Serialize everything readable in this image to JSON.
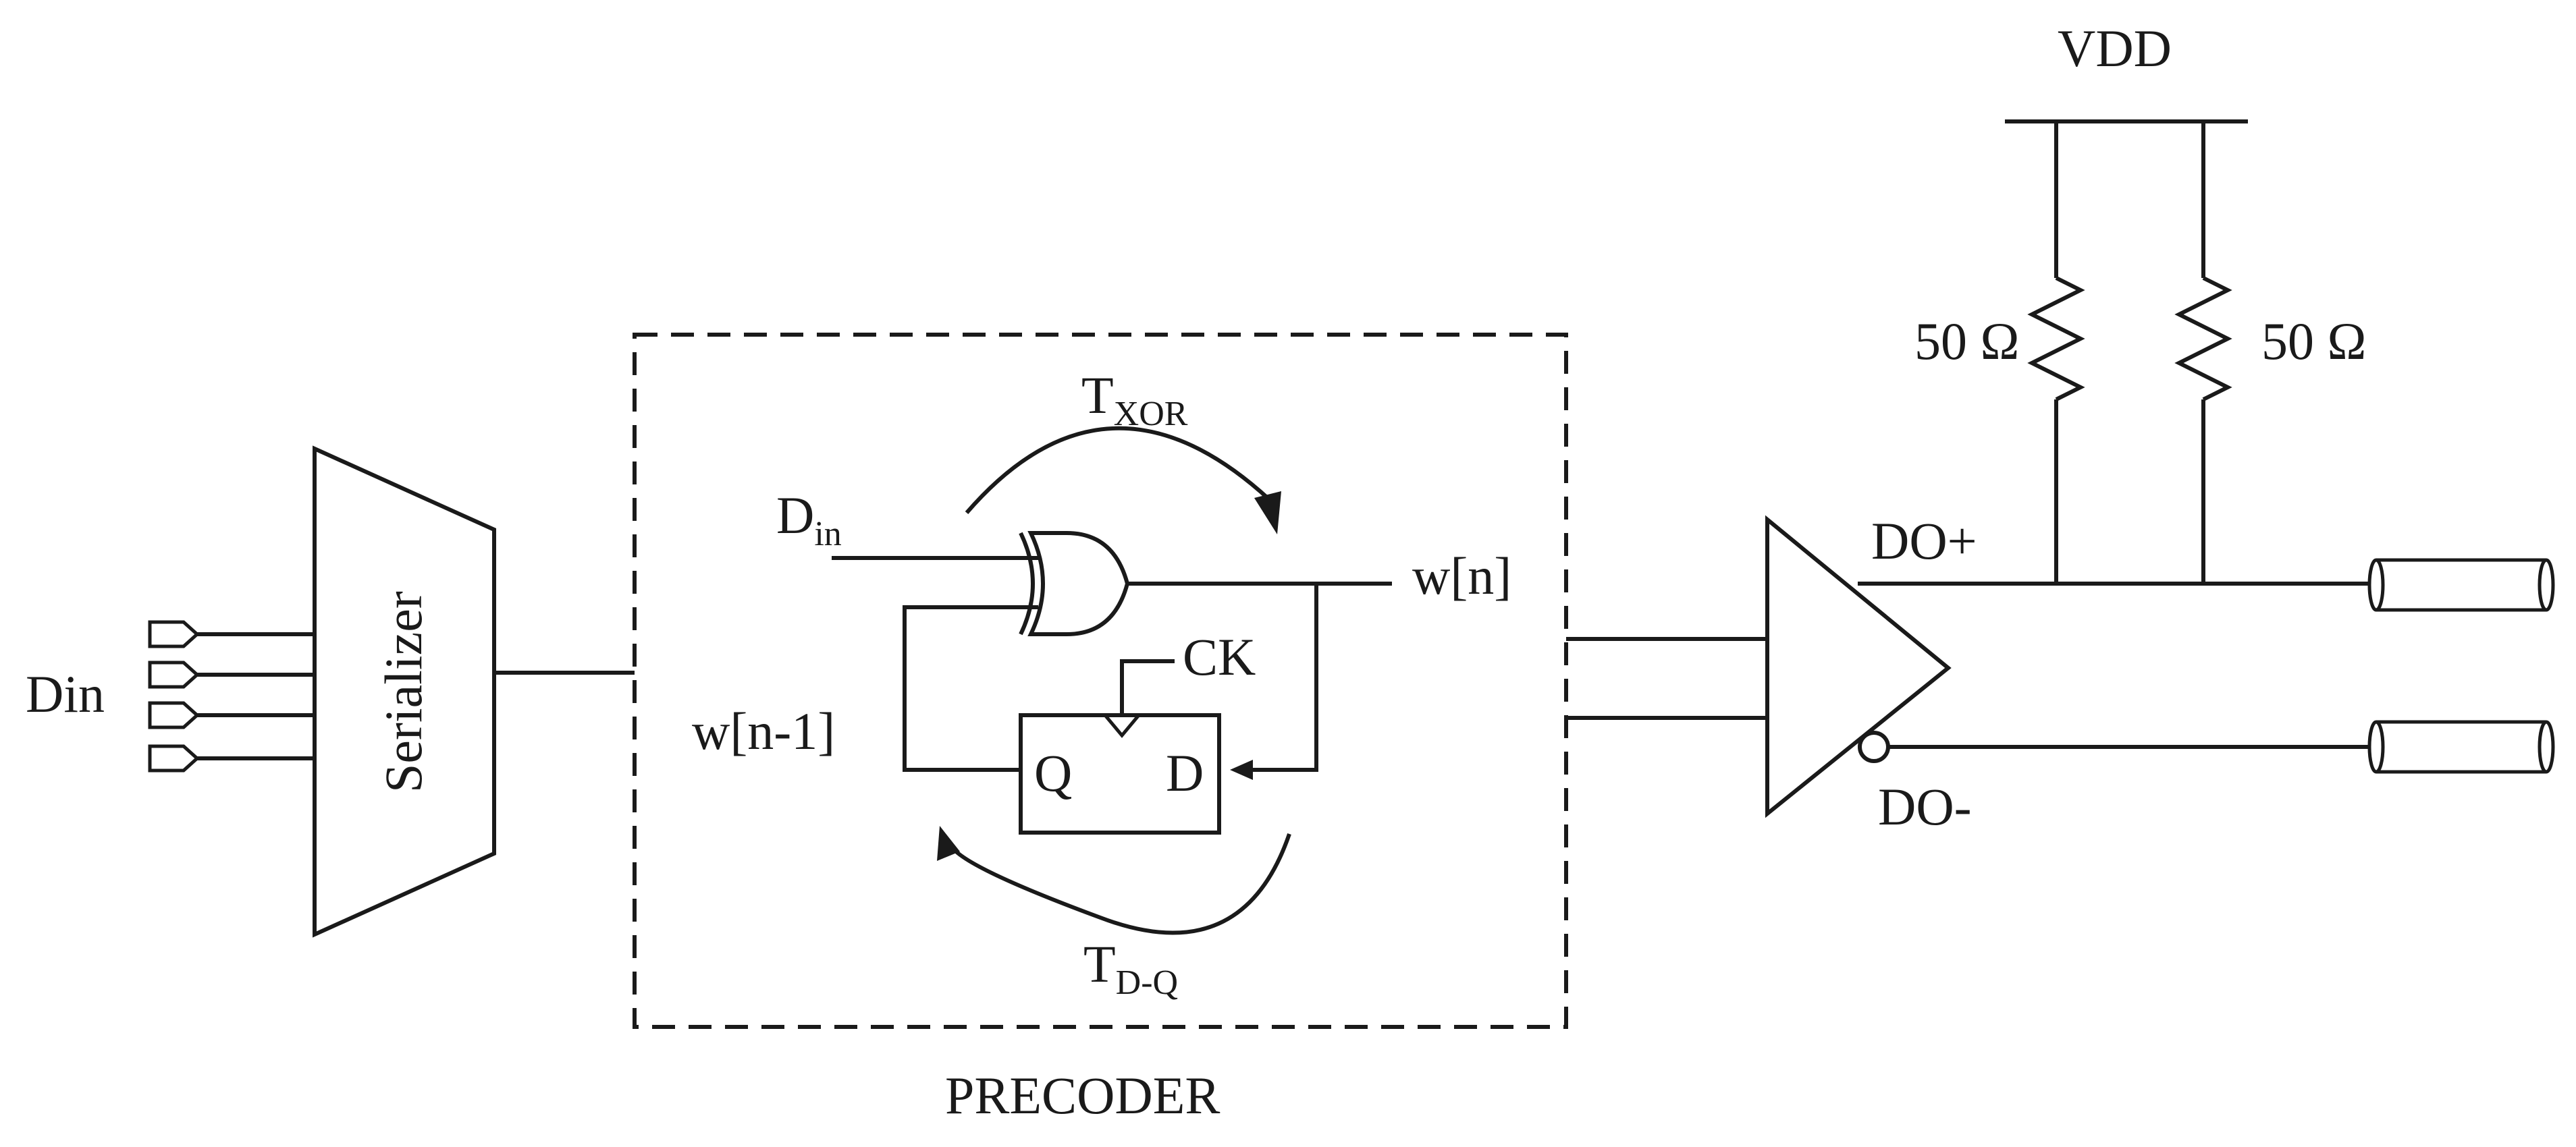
{
  "labels": {
    "din_input": "Din",
    "serializer": "Serializer",
    "precoder": "PRECODER",
    "d_in_main": "D",
    "d_in_sub": "in",
    "w_n": "w[n]",
    "w_n_minus_1": "w[n-1]",
    "ck": "CK",
    "q_port": "Q",
    "d_port": "D",
    "t_xor_main": "T",
    "t_xor_sub": "XOR",
    "t_dq_main": "T",
    "t_dq_sub": "D-Q",
    "vdd": "VDD",
    "r_left": "50 Ω",
    "r_right": "50 Ω",
    "do_plus": "DO+",
    "do_minus": "DO-"
  }
}
